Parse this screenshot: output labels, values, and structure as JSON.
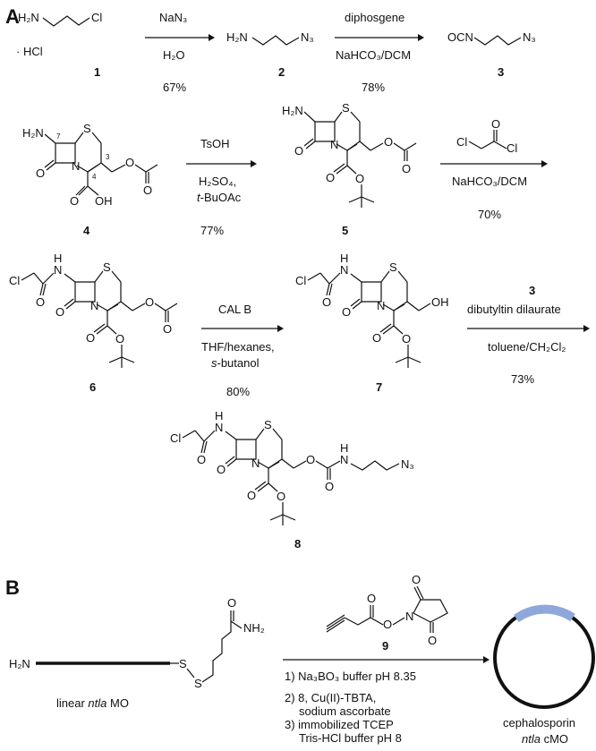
{
  "panels": {
    "a": "A",
    "b": "B"
  },
  "compounds": {
    "c1": {
      "num": "1",
      "h2n": "H₂N",
      "cl": "Cl",
      "salt": "· HCl"
    },
    "c2": {
      "num": "2",
      "h2n": "H₂N",
      "n3": "N₃"
    },
    "c3": {
      "num": "3",
      "ocn": "OCN",
      "n3": "N₃"
    },
    "c4": {
      "num": "4",
      "h2n": "H₂N",
      "s": "S",
      "n": "N",
      "o_lactam": "O",
      "oh": "OH",
      "o_ester": "O",
      "o_carbonyl": "O",
      "o_acid": "O",
      "pos7": "7",
      "pos3": "3",
      "pos4": "4"
    },
    "c5": {
      "num": "5",
      "h2n": "H₂N",
      "s": "S",
      "n": "N",
      "o": "O"
    },
    "c6": {
      "num": "6",
      "cl": "Cl",
      "nh": "N",
      "h": "H",
      "s": "S",
      "n": "N",
      "o": "O"
    },
    "c7": {
      "num": "7",
      "cl": "Cl",
      "nh": "N",
      "h": "H",
      "s": "S",
      "n": "N",
      "o": "O",
      "oh": "OH"
    },
    "c8": {
      "num": "8",
      "cl": "Cl",
      "nh": "N",
      "h": "H",
      "s": "S",
      "n": "N",
      "o": "O",
      "n3": "N₃"
    },
    "c9": {
      "num": "9",
      "o": "O",
      "n": "N"
    }
  },
  "reactions": {
    "r1": {
      "reagent": "NaN₃",
      "solvent": "H₂O",
      "yield": "67%"
    },
    "r2": {
      "reagent": "diphosgene",
      "solvent": "NaHCO₃/DCM",
      "yield": "78%"
    },
    "r3": {
      "reagent": "TsOH",
      "solvent_line1": "H₂SO₄,",
      "solvent_line2_italic": "t",
      "solvent_line2_rest": "-BuOAc",
      "yield": "77%"
    },
    "r4": {
      "reagent_cl": "Cl",
      "reagent_cl2": "Cl",
      "reagent_o": "O",
      "solvent": "NaHCO₃/DCM",
      "yield": "70%"
    },
    "r5": {
      "reagent": "CAL B",
      "solvent_line1": "THF/hexanes,",
      "solvent_line2_italic": "s",
      "solvent_line2_rest": "-butanol",
      "yield": "80%"
    },
    "r6": {
      "reagent_num": "3",
      "reagent": "dibutyltin dilaurate",
      "solvent": "toluene/CH₂Cl₂",
      "yield": "73%"
    }
  },
  "panel_b": {
    "mo_left_label": "H₂N",
    "mo_nh2": "NH₂",
    "mo_o": "O",
    "s1": "S",
    "s2": "S",
    "linear_label_prefix": "linear ",
    "linear_label_italic": "ntla",
    "linear_label_suffix": " MO",
    "steps": [
      "1) Na₃BO₃ buffer pH 8.35",
      "2) 8, Cu(II)-TBTA,",
      "sodium ascorbate",
      "3) immobilized TCEP",
      "Tris-HCl buffer pH 8"
    ],
    "product_line1": "cephalosporin",
    "product_line2_italic": "ntla",
    "product_line2_rest": " cMO",
    "accent_color": "#8fa8dc"
  }
}
